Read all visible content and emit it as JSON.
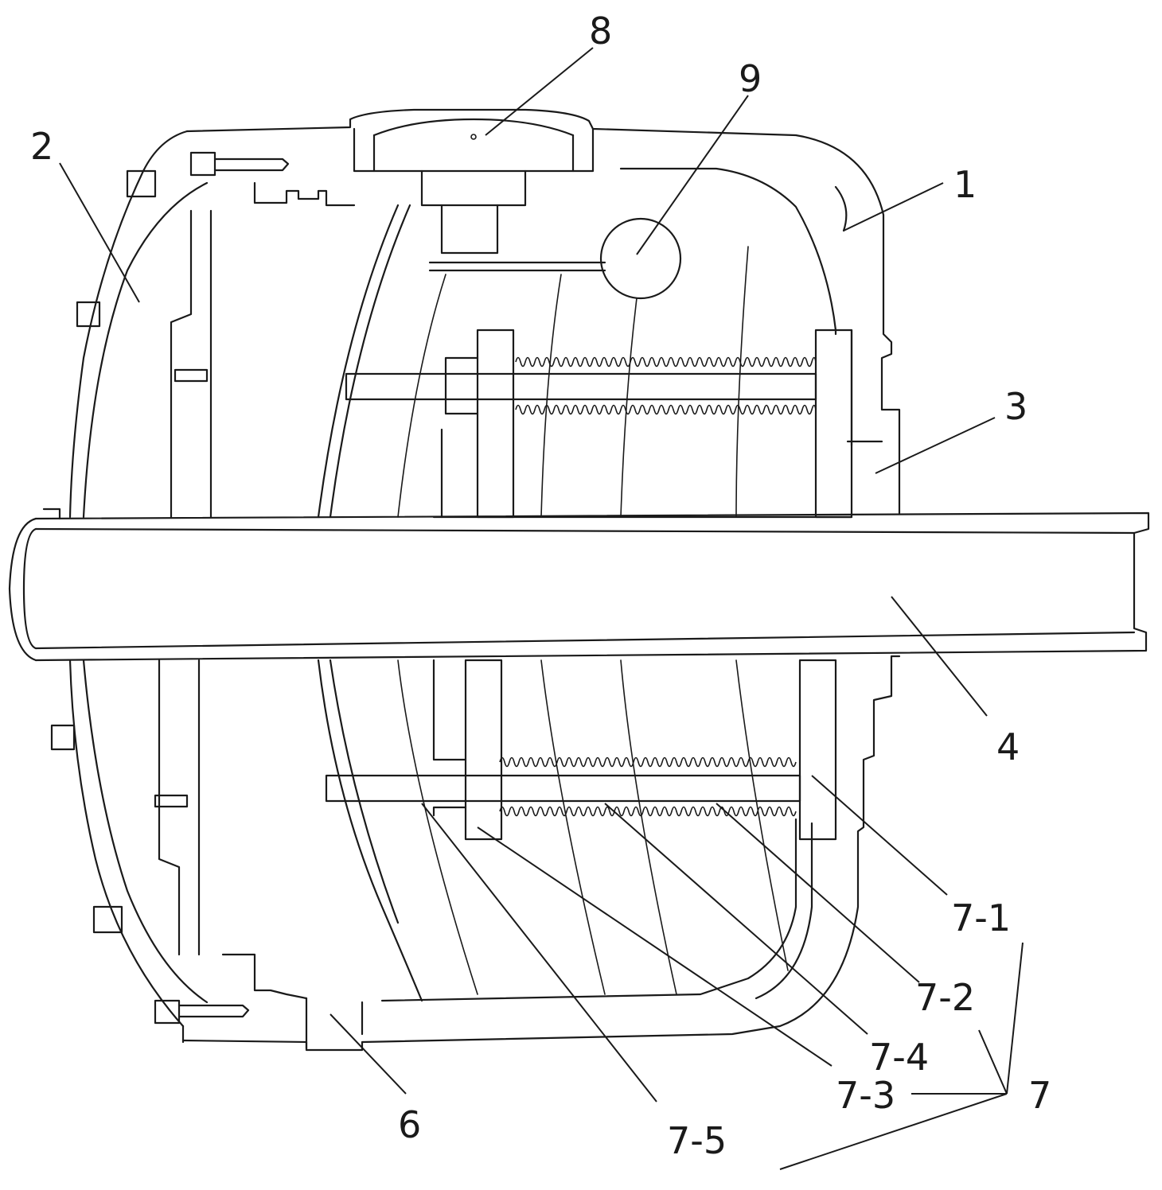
{
  "labels": {
    "l1": "1",
    "l2": "2",
    "l3": "3",
    "l4": "4",
    "l6": "6",
    "l7": "7",
    "l8": "8",
    "l9": "9",
    "l7_1": "7-1",
    "l7_2": "7-2",
    "l7_3": "7-3",
    "l7_4": "7-4",
    "l7_5": "7-5"
  },
  "colors": {
    "line": "#1a1a1a",
    "background": "#ffffff"
  }
}
